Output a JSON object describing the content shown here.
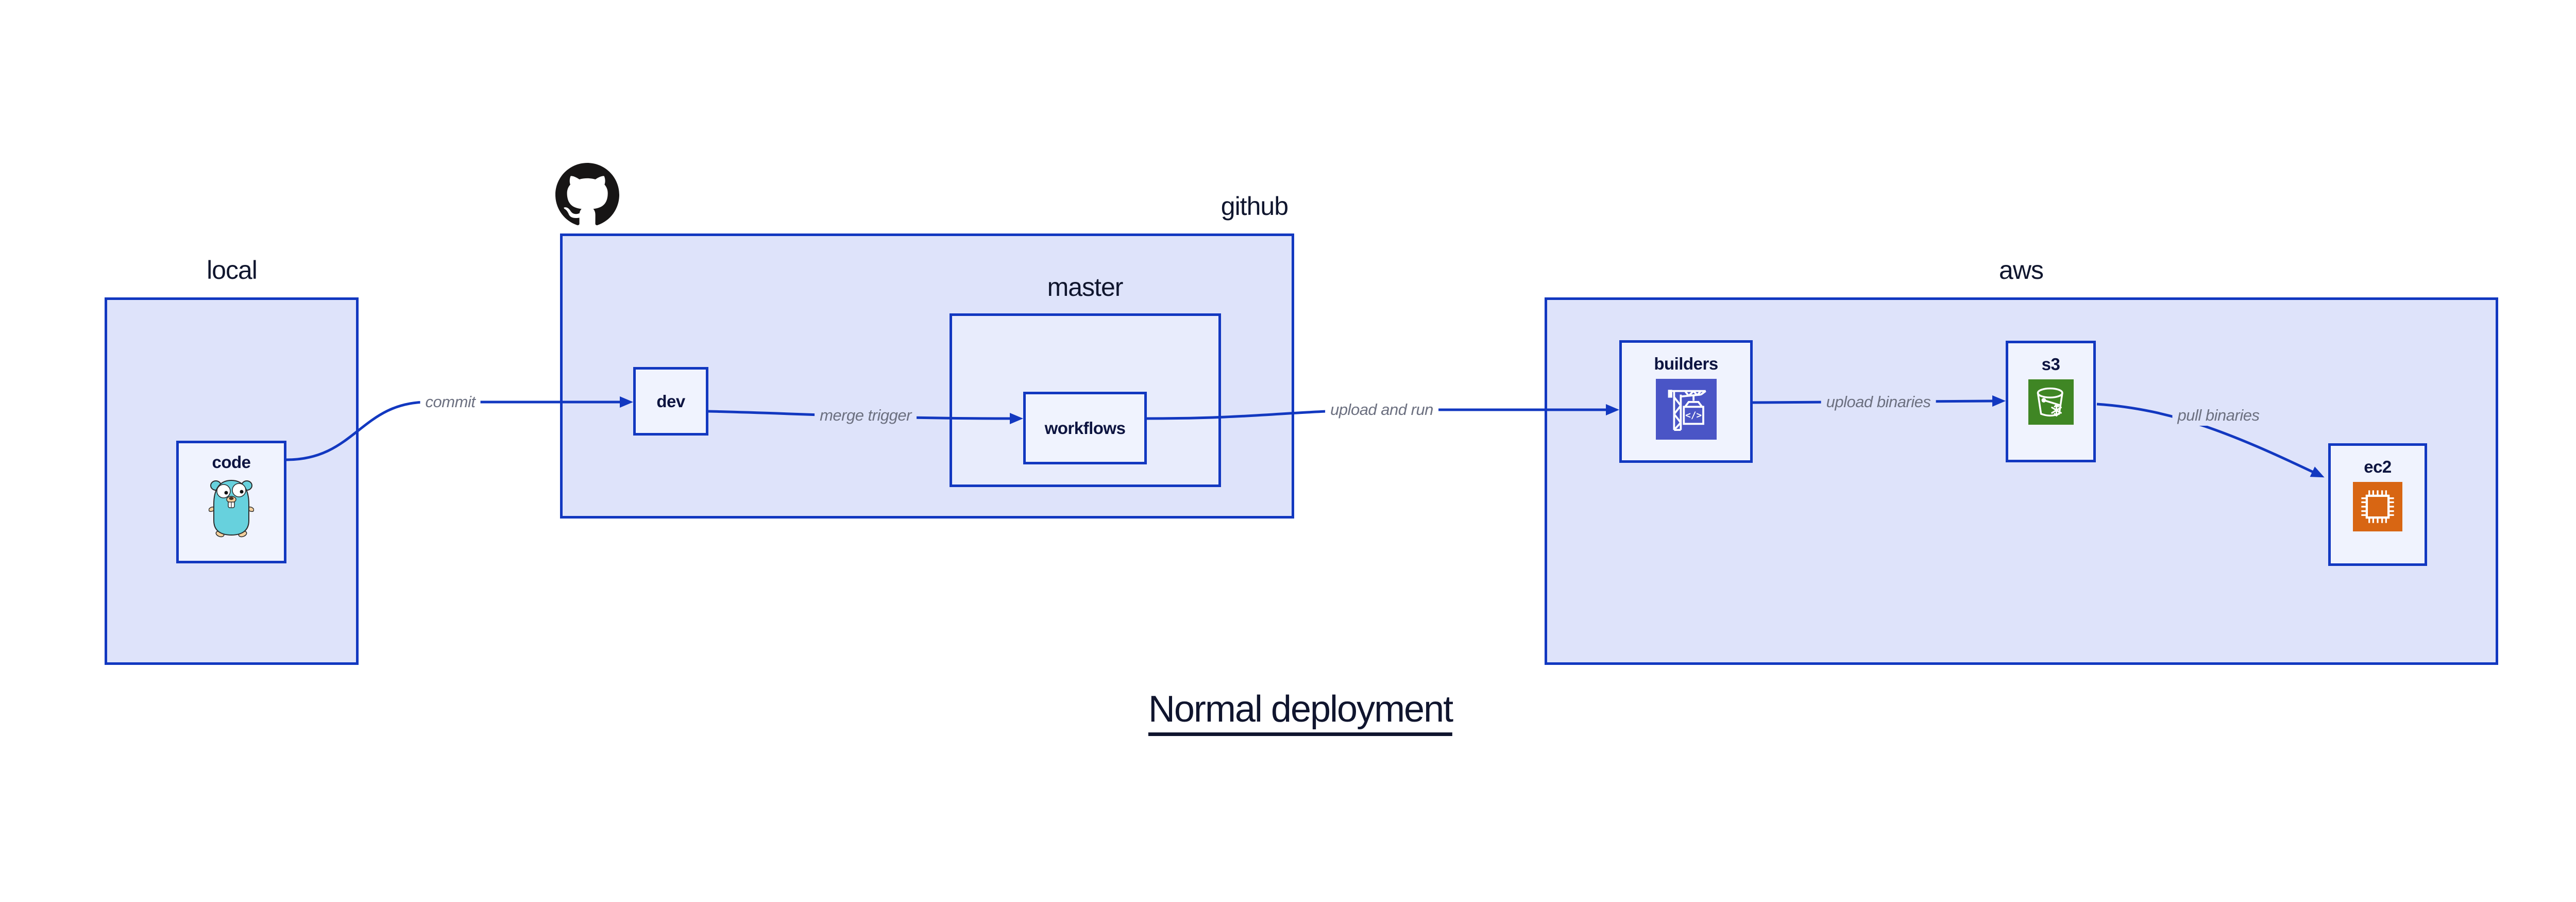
{
  "title": "Normal deployment",
  "colors": {
    "edge_blue": "#1238c0",
    "container_fill": "#dee3fa",
    "master_fill": "#e8ecfc",
    "node_fill": "#f0f3fe",
    "label_dark": "#0d1440",
    "edge_label_gray": "#6c7080",
    "codebuild_indigo": "#4a55c6",
    "s3_green": "#3f8624",
    "ec2_orange": "#d86613",
    "octocat_black": "#171515",
    "gopher_teal": "#67d1dd"
  },
  "containers": {
    "local": {
      "label": "local"
    },
    "github": {
      "label": "github"
    },
    "master": {
      "label": "master"
    },
    "aws": {
      "label": "aws"
    }
  },
  "nodes": {
    "code": {
      "label": "code",
      "icon": "gopher-icon"
    },
    "dev": {
      "label": "dev"
    },
    "workflows": {
      "label": "workflows"
    },
    "builders": {
      "label": "builders",
      "icon": "codebuild-icon"
    },
    "s3": {
      "label": "s3",
      "icon": "s3-bucket-icon"
    },
    "ec2": {
      "label": "ec2",
      "icon": "ec2-chip-icon"
    }
  },
  "edges": [
    {
      "from": "code",
      "to": "dev",
      "label": "commit"
    },
    {
      "from": "dev",
      "to": "workflows",
      "label": "merge trigger"
    },
    {
      "from": "workflows",
      "to": "builders",
      "label": "upload and run"
    },
    {
      "from": "builders",
      "to": "s3",
      "label": "upload binaries"
    },
    {
      "from": "s3",
      "to": "ec2",
      "label": "pull binaries"
    }
  ],
  "icons": {
    "codebuild_glyph": "</>"
  }
}
